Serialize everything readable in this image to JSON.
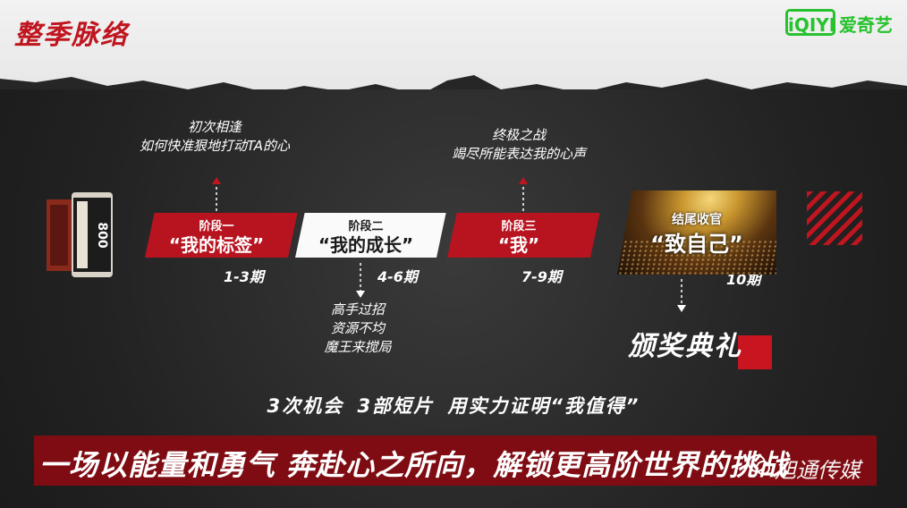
{
  "page": {
    "title": "整季脉络"
  },
  "logo": {
    "mark": "iQIYI",
    "text": "爱奇艺"
  },
  "film": {
    "label": "800"
  },
  "stages": [
    {
      "stage": "阶段一",
      "name": "“我的标签”",
      "period": "1-3期",
      "note_lines": [
        "初次相逢",
        "如何快准狠地打动TA的心"
      ]
    },
    {
      "stage": "阶段二",
      "name": "“我的成长”",
      "period": "4-6期",
      "note_lines": [
        "高手过招",
        "资源不均",
        "魔王来搅局"
      ]
    },
    {
      "stage": "阶段三",
      "name": "“我”",
      "period": "7-9期",
      "note_lines": [
        "终极之战",
        "竭尽所能表达我的心声"
      ]
    }
  ],
  "finale": {
    "stage": "结尾收官",
    "name": "“致自己”",
    "period": "10期",
    "event": "颁奖典礼"
  },
  "slogan": "3次机会 3部短片 用实力证明“我值得”",
  "banner": "一场以能量和勇气 奔赴心之所向，解锁更高阶世界的挑战",
  "watermark": "旭通传媒",
  "colors": {
    "accent_red": "#b71420",
    "brand_green": "#27c22e"
  }
}
